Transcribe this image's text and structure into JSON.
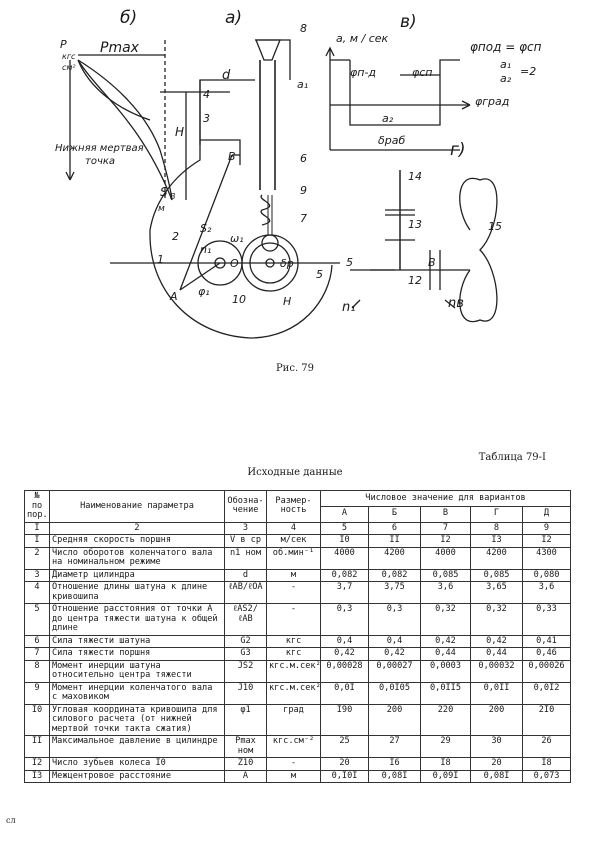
{
  "figure": {
    "caption": "Рис. 79",
    "panel_labels": [
      "б)",
      "а)",
      "в)",
      "г)"
    ],
    "panel_b": {
      "pressure_axis": [
        "P",
        "кгс",
        "см²"
      ],
      "pmax": "Pmax",
      "bdc": [
        "Нижняя мертвая",
        "точка"
      ],
      "stroke": [
        "S",
        "В",
        "м"
      ],
      "h": "H"
    },
    "panel_a": {
      "labels": [
        "4",
        "3",
        "B",
        "2",
        "1",
        "A",
        "S₂",
        "n₁",
        "ω₁",
        "O",
        "φ₁",
        "10",
        "d",
        "H",
        "8",
        "6",
        "9",
        "7",
        "5",
        "δр"
      ]
    },
    "panel_v": {
      "axis_y": "a, м / сек",
      "a1": "a₁",
      "a2": "a₂",
      "phi_p_d": "φп-д",
      "phi_sp": "φсп",
      "phi_rab": "δраб",
      "phi_grad": "φград",
      "formula_1": "φпод = φсп",
      "formula_2_num": "a₁",
      "formula_2_den": "a₂",
      "formula_2_val": "=2"
    },
    "panel_g": {
      "labels": [
        "14",
        "13",
        "12",
        "15",
        "5",
        "B",
        "n₁",
        "nв"
      ]
    }
  },
  "table": {
    "number_label": "Таблица 79-I",
    "title": "Исходные данные",
    "headers": {
      "num": [
        "№",
        "по",
        "пор."
      ],
      "name": "Наименование параметра",
      "symbol": [
        "Обозна-",
        "чение"
      ],
      "unit": [
        "Размер-",
        "ность"
      ],
      "values_group": "Числовое значение для вариантов",
      "variants": [
        "А",
        "Б",
        "В",
        "Г",
        "Д"
      ]
    },
    "index_row": [
      "I",
      "2",
      "3",
      "4",
      "5",
      "6",
      "7",
      "8",
      "9"
    ],
    "rows": [
      {
        "n": "I",
        "name": "Средняя скорость поршня",
        "sym": "V в ср",
        "unit": "м/сек",
        "v": [
          "I0",
          "II",
          "I2",
          "I3",
          "I2"
        ]
      },
      {
        "n": "2",
        "name": "Число оборотов коленчатого вала на номинальном режиме",
        "sym": "n1 ном",
        "unit": "об.мин⁻¹",
        "v": [
          "4000",
          "4200",
          "4000",
          "4200",
          "4300"
        ]
      },
      {
        "n": "3",
        "name": "Диаметр цилиндра",
        "sym": "d",
        "unit": "м",
        "v": [
          "0,082",
          "0,082",
          "0,085",
          "0,085",
          "0,080"
        ]
      },
      {
        "n": "4",
        "name": "Отношение длины шатуна к длине кривошипа",
        "sym": "ℓАВ/ℓОА",
        "unit": "-",
        "v": [
          "3,7",
          "3,75",
          "3,6",
          "3,65",
          "3,6"
        ]
      },
      {
        "n": "5",
        "name": "Отношение расстояния от точки А до центра тяжести шатуна к общей длине",
        "sym": "ℓАS2/ℓАВ",
        "unit": "-",
        "v": [
          "0,3",
          "0,3",
          "0,32",
          "0,32",
          "0,33"
        ]
      },
      {
        "n": "6",
        "name": "Сила тяжести шатуна",
        "sym": "G2",
        "unit": "кгс",
        "v": [
          "0,4",
          "0,4",
          "0,42",
          "0,42",
          "0,41"
        ]
      },
      {
        "n": "7",
        "name": "Сила тяжести поршня",
        "sym": "G3",
        "unit": "кгс",
        "v": [
          "0,42",
          "0,42",
          "0,44",
          "0,44",
          "0,46"
        ]
      },
      {
        "n": "8",
        "name": "Момент инерции шатуна относительно центра тяжести",
        "sym": "JS2",
        "unit": "кгс.м.сек²",
        "v": [
          "0,00028",
          "0,00027",
          "0,0003",
          "0,00032",
          "0,00026"
        ]
      },
      {
        "n": "9",
        "name": "Момент инерции коленчатого вала с маховиком",
        "sym": "J10",
        "unit": "кгс.м.сек²",
        "v": [
          "0,0I",
          "0,0I05",
          "0,0II5",
          "0,0II",
          "0,0I2"
        ]
      },
      {
        "n": "I0",
        "name": "Угловая координата кривошипа для силового расчета (от нижней мертвой точки такта сжатия)",
        "sym": "φ1",
        "unit": "град",
        "v": [
          "I90",
          "200",
          "220",
          "200",
          "2I0"
        ]
      },
      {
        "n": "II",
        "name": "Максимальное давление в цилиндре",
        "sym": "Pmax ном",
        "unit": "кгс.см⁻²",
        "v": [
          "25",
          "27",
          "29",
          "30",
          "26"
        ]
      },
      {
        "n": "I2",
        "name": "Число зубьев колеса I0",
        "sym": "Z10",
        "unit": "-",
        "v": [
          "20",
          "I6",
          "I8",
          "20",
          "I8"
        ]
      },
      {
        "n": "I3",
        "name": "Межцентровое расстояние",
        "sym": "A",
        "unit": "м",
        "v": [
          "0,I0I",
          "0,08I",
          "0,09I",
          "0,08I",
          "0,073"
        ]
      }
    ],
    "page_margin_mark": "сл"
  },
  "colors": {
    "ink": "#1a1a1a",
    "marker": "#e0302a"
  }
}
